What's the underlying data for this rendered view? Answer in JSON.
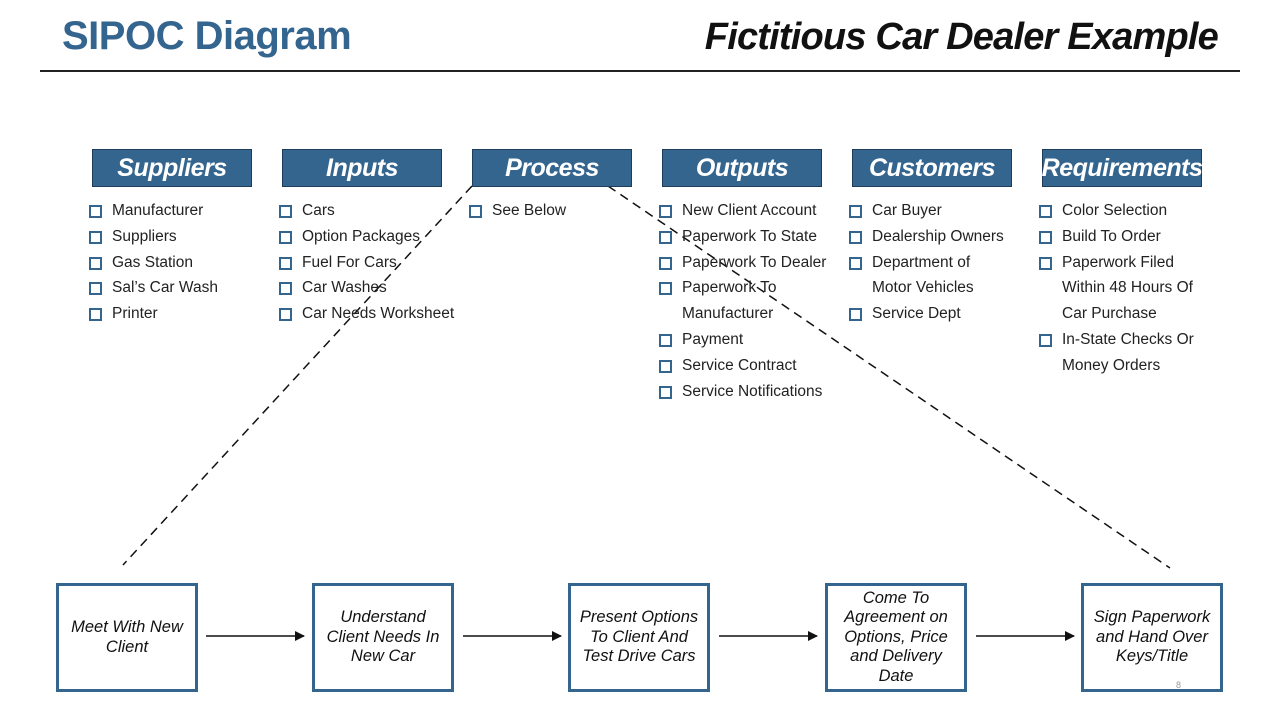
{
  "header": {
    "title": "SIPOC Diagram",
    "subtitle": "Fictitious Car Dealer Example"
  },
  "colors": {
    "accent": "#34658f",
    "text": "#222222"
  },
  "columns": [
    {
      "header": "Suppliers",
      "items": [
        {
          "label": "Manufacturer"
        },
        {
          "label": "Suppliers"
        },
        {
          "label": "Gas Station"
        },
        {
          "label": "Sal’s Car Wash"
        },
        {
          "label": "Printer"
        }
      ]
    },
    {
      "header": "Inputs",
      "items": [
        {
          "label": "Cars"
        },
        {
          "label": "Option Packages"
        },
        {
          "label": "Fuel For Cars"
        },
        {
          "label": "Car Washes"
        },
        {
          "label": "Car Needs Worksheet"
        }
      ]
    },
    {
      "header": "Process",
      "items": [
        {
          "label": "See Below"
        }
      ]
    },
    {
      "header": "Outputs",
      "items": [
        {
          "label": "New Client Account"
        },
        {
          "label": "Paperwork To State"
        },
        {
          "label": "Paperwork To Dealer"
        },
        {
          "label": "Paperwork To",
          "cont": "Manufacturer"
        },
        {
          "label": "Payment"
        },
        {
          "label": "Service Contract"
        },
        {
          "label": "Service Notifications"
        }
      ]
    },
    {
      "header": "Customers",
      "items": [
        {
          "label": "Car Buyer"
        },
        {
          "label": "Dealership Owners"
        },
        {
          "label": "Department of",
          "cont": "Motor Vehicles"
        },
        {
          "label": "Service Dept"
        }
      ]
    },
    {
      "header": "Requirements",
      "items": [
        {
          "label": "Color Selection"
        },
        {
          "label": "Build To Order"
        },
        {
          "label": "Paperwork Filed",
          "cont": "Within 48 Hours Of",
          "cont2": "Car Purchase"
        },
        {
          "label": "In-State Checks Or",
          "cont": "Money Orders"
        }
      ]
    }
  ],
  "process_steps": [
    {
      "label": "Meet With New Client"
    },
    {
      "label": "Understand Client Needs In New Car"
    },
    {
      "label": "Present Options To Client And Test Drive Cars"
    },
    {
      "label": "Come To Agreement on Options, Price and Delivery Date"
    },
    {
      "label": "Sign Paperwork and Hand Over Keys/Title"
    }
  ],
  "page_number": "8"
}
